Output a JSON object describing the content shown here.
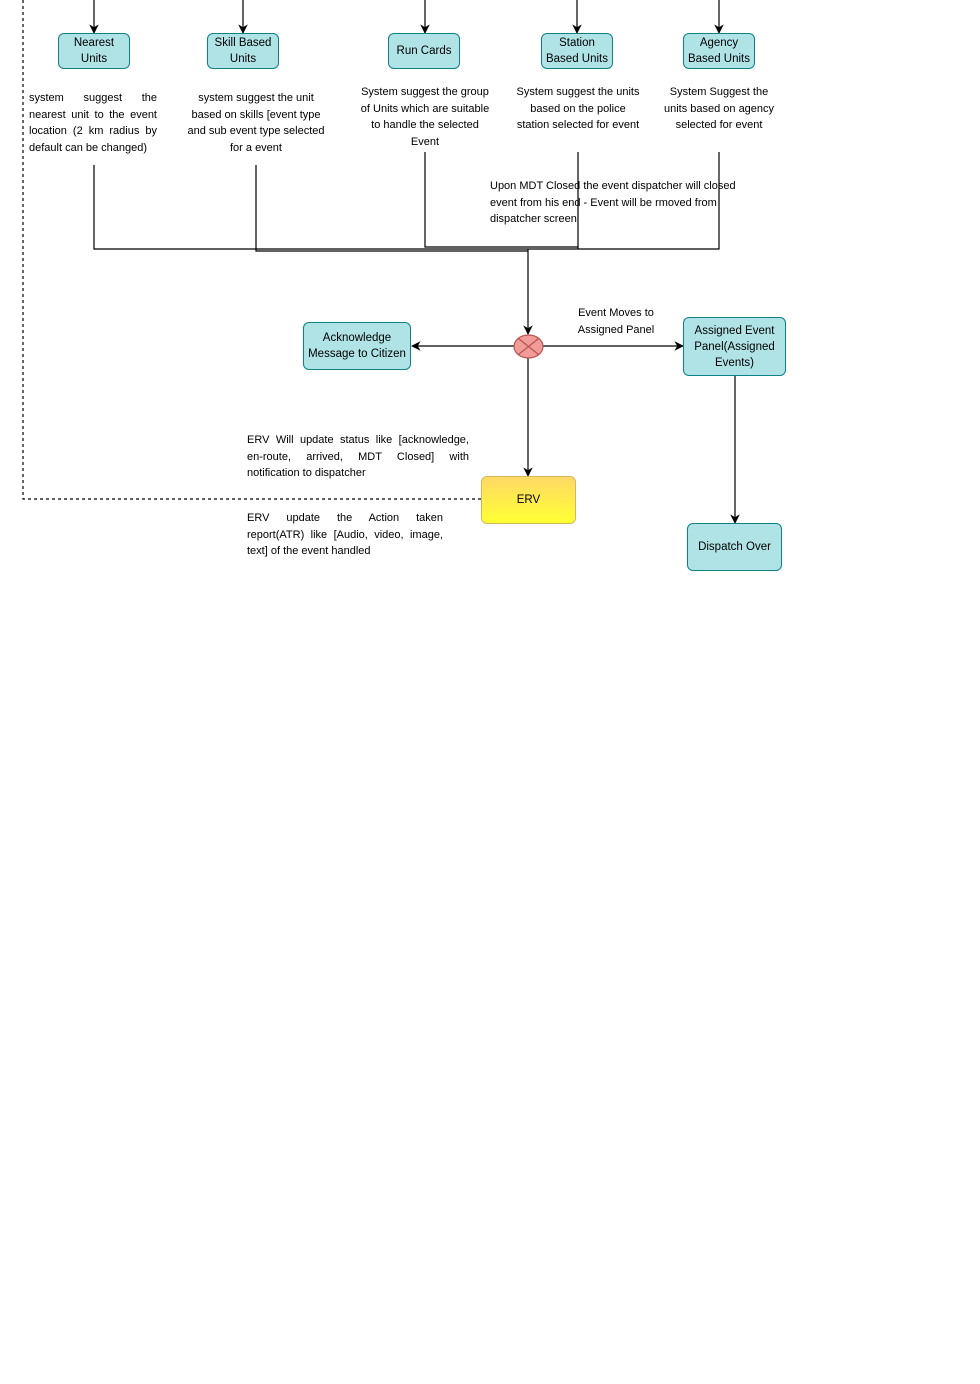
{
  "nodes": {
    "nearest_units": "Nearest\nUnits",
    "skill_based_units": "Skill Based\nUnits",
    "run_cards": "Run Cards",
    "station_based_units": "Station\nBased Units",
    "agency_based_units": "Agency\nBased Units",
    "acknowledge_message": "Acknowledge\nMessage to Citizen",
    "assigned_event_panel": "Assigned Event\nPanel(Assigned\nEvents)",
    "erv": "ERV",
    "dispatch_over": "Dispatch Over"
  },
  "descriptions": {
    "nearest": "system suggest the nearest unit to the event location (2 km radius by default can be changed)",
    "skill": "system suggest the unit based on skills [event type and sub event type selected for a event",
    "run_cards": "System suggest the group of Units which are suitable to handle the selected Event",
    "station": "System suggest the units based on the police station selected for event",
    "agency": "System Suggest the units based on agency selected for event"
  },
  "notes": {
    "mdt_closed": "Upon MDT Closed the event dispatcher will closed event from his end - Event will be rmoved from dispatcher screen",
    "event_moves": "Event Moves to\nAssigned Panel",
    "erv_status": "ERV Will update status like [acknowledge, en-route, arrived, MDT Closed] with notification to dispatcher",
    "erv_atr": "ERV update the Action taken report(ATR) like [Audio, video, image, text] of the event handled"
  },
  "colors": {
    "process_fill": "#b0e3e6",
    "process_stroke": "#0e8088",
    "erv_fill_top": "#ffd966",
    "erv_fill_bottom": "#ffff33",
    "erv_stroke": "#d6b656",
    "junction_fill": "#f19c99",
    "junction_stroke": "#b85450"
  }
}
